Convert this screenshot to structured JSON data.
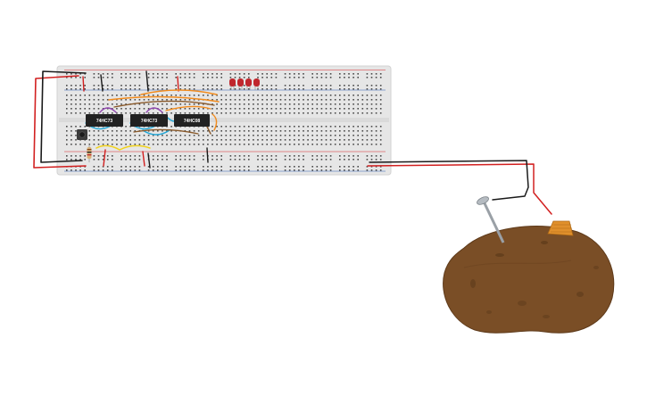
{
  "chips": [
    {
      "label": "74HC73"
    },
    {
      "label": "74HC73"
    },
    {
      "label": "74HC08"
    }
  ],
  "colors": {
    "breadboard": "#e6e6e6",
    "breadboard_border": "#d2d2d2",
    "rail_red": "#d6262b",
    "rail_blue": "#2d5fb3",
    "wire_red": "#d22020",
    "wire_black": "#1a1a1a",
    "wire_orange": "#f28c1e",
    "wire_brown": "#8a5a2b",
    "wire_yellow": "#f1d21a",
    "wire_blue": "#23a6d5",
    "wire_purple": "#8e44ad",
    "led": "#c0272d",
    "chip": "#222222",
    "potato": "#7a4e26",
    "nail": "#9aa0a6",
    "copper": "#e0902c"
  },
  "icons": [
    "breadboard",
    "ic-chip",
    "led",
    "pushbutton",
    "resistor",
    "potato-battery",
    "galvanized-nail",
    "copper-electrode"
  ]
}
